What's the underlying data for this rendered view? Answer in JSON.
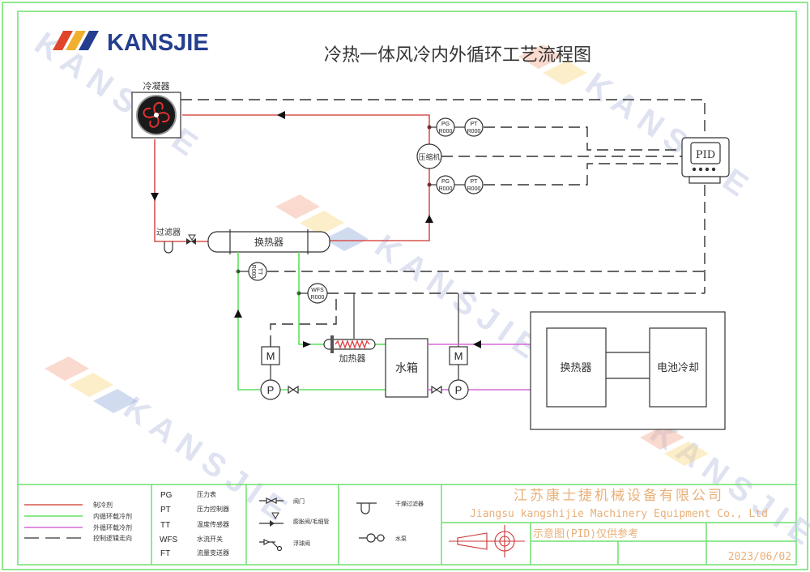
{
  "logo": {
    "text": "KANSJIE",
    "colors": [
      "#e0452a",
      "#f0b02d",
      "#243f8f"
    ]
  },
  "watermark": {
    "text": "KANSJIE"
  },
  "title": "冷热一体风冷内外循环工艺流程图",
  "components": {
    "condenser": "冷凝器",
    "filter": "过滤器",
    "heat_exchanger": "换热器",
    "compressor": "压缩机",
    "pg1": {
      "tag": "PG",
      "id": "R000"
    },
    "pt1": {
      "tag": "PT",
      "id": "R000"
    },
    "pg2": {
      "tag": "PG",
      "id": "R000"
    },
    "pt2": {
      "tag": "PT",
      "id": "R000"
    },
    "tt": {
      "tag": "TT",
      "id": "R000"
    },
    "wfs": {
      "tag": "WFS",
      "id": "R000"
    },
    "pid": "PID",
    "heater": "加热器",
    "water_tank": "水箱",
    "motor1": "M",
    "motor2": "M",
    "pump1": "P",
    "pump2": "P",
    "ext_heat_exchanger": "换热器",
    "battery_cooling": "电池冷却"
  },
  "legend": {
    "lines": [
      {
        "label": "制冷剂",
        "color": "#d9534f"
      },
      {
        "label": "内循环载冷剂",
        "color": "#5ee05e"
      },
      {
        "label": "外循环载冷剂",
        "color": "#d46ad8"
      },
      {
        "label": "控制逻辑走向",
        "color": "#333333"
      }
    ],
    "codes": [
      {
        "code": "PG",
        "desc": "压力表"
      },
      {
        "code": "PT",
        "desc": "压力控制器"
      },
      {
        "code": "TT",
        "desc": "温度传感器"
      },
      {
        "code": "WFS",
        "desc": "水流开关"
      },
      {
        "code": "FT",
        "desc": "流量变送器"
      }
    ],
    "symbols": [
      {
        "label": "阀门"
      },
      {
        "label": "膨胀阀/毛细管"
      },
      {
        "label": "浮球阀"
      },
      {
        "label": "干燥过滤器"
      },
      {
        "label": "水泵"
      }
    ]
  },
  "title_block": {
    "company_cn": "江苏康士捷机械设备有限公司",
    "company_en": "Jiangsu kangshijie Machinery Equipment Co., Ltd",
    "note": "示意图(PID)仅供参考",
    "date": "2023/06/02"
  }
}
